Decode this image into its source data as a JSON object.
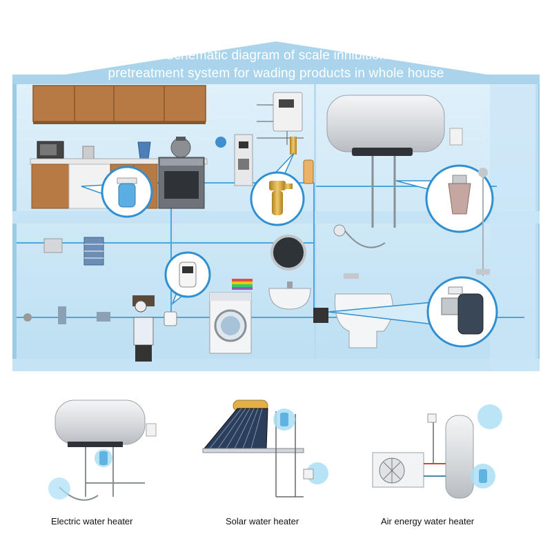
{
  "title": {
    "line1": "Schematic diagram of scale inhibition",
    "line2": "pretreatment system for wading products in whole house"
  },
  "captions": {
    "electric": "Electric water heater",
    "solar": "Solar water heater",
    "air": "Air energy water heater"
  },
  "colors": {
    "house_roof": "#a9d4ec",
    "house_wall": "#d6ecf8",
    "pipe": "#4aa6dc",
    "callout": "#2f8fd0",
    "cabinet": "#b87a45",
    "brass": "#d2a033"
  }
}
